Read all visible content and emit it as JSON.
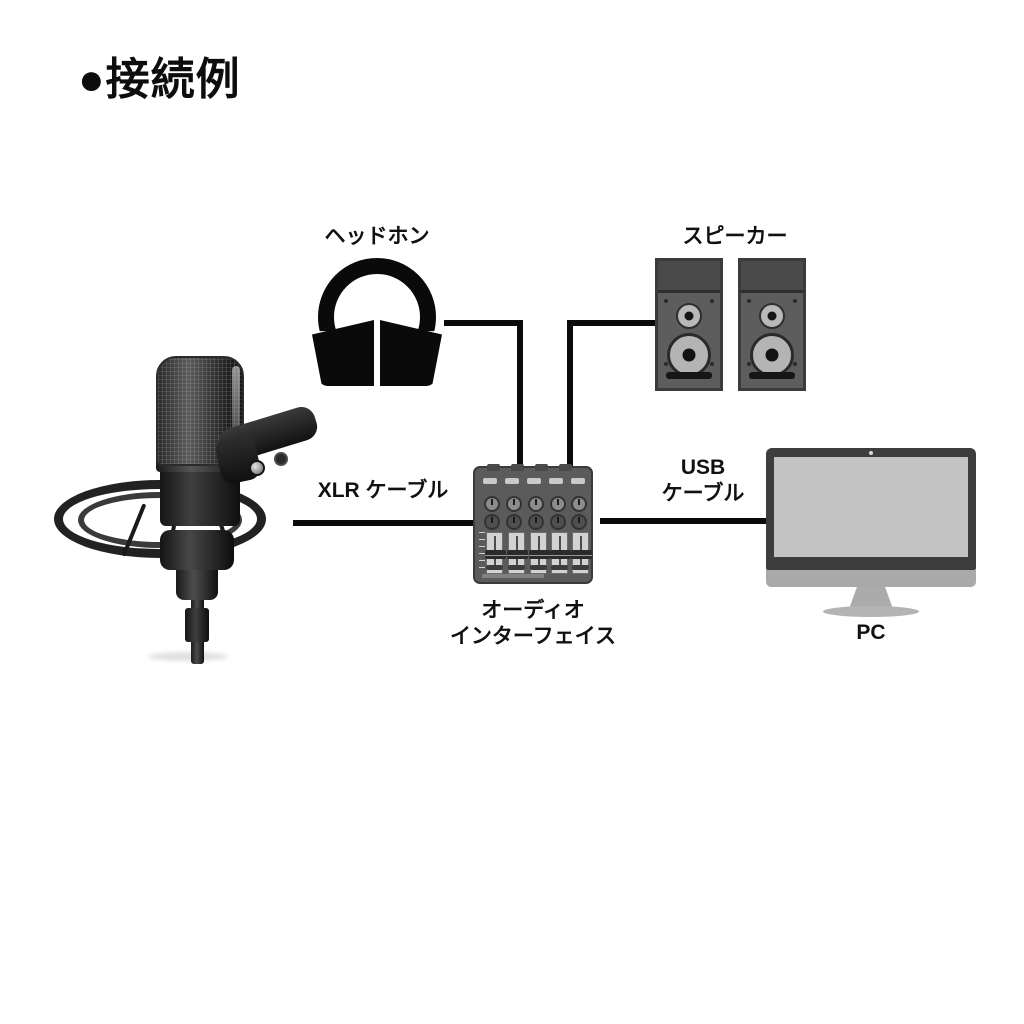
{
  "title": "●接続例",
  "diagram": {
    "type": "connection-diagram",
    "nodes": [
      {
        "id": "microphone",
        "label": "",
        "icon": "condenser-microphone-icon"
      },
      {
        "id": "headphones",
        "label": "ヘッドホン",
        "icon": "headphones-icon"
      },
      {
        "id": "speakers",
        "label": "スピーカー",
        "icon": "speakers-icon"
      },
      {
        "id": "audio-interface",
        "label": "オーディオ\nインターフェイス",
        "icon": "audio-interface-icon"
      },
      {
        "id": "pc",
        "label": "PC",
        "icon": "desktop-monitor-icon"
      }
    ],
    "connections": [
      {
        "id": "xlr",
        "from": "microphone",
        "to": "audio-interface",
        "label": "XLR ケーブル"
      },
      {
        "id": "usb",
        "from": "audio-interface",
        "to": "pc",
        "label": "USB\nケーブル"
      },
      {
        "id": "headphone",
        "from": "audio-interface",
        "to": "headphones",
        "label": ""
      },
      {
        "id": "speaker",
        "from": "audio-interface",
        "to": "speakers",
        "label": ""
      }
    ]
  },
  "labels": {
    "headphones": "ヘッドホン",
    "speakers": "スピーカー",
    "xlr_cable": "XLR ケーブル",
    "usb_cable": "USB\nケーブル",
    "audio_interface": "オーディオ\nインターフェイス",
    "pc": "PC"
  },
  "colors": {
    "background": "#ffffff",
    "text": "#111111",
    "wire": "#0a0a0a",
    "device_gray": "#5b5b5b",
    "screen_gray": "#c3c3c3",
    "bezel_dark": "#3d3d3d"
  }
}
